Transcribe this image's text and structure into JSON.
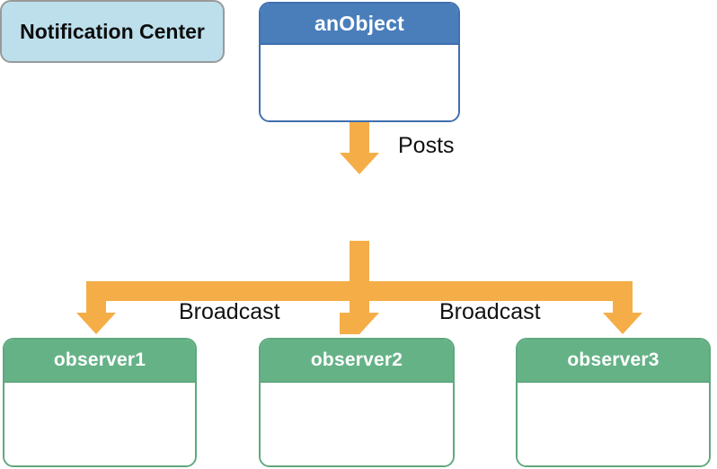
{
  "diagram": {
    "title": "Notification Center broadcast diagram",
    "type": "flow-diagram",
    "colors": {
      "publisher_header": "#4A7EBB",
      "publisher_border": "#3F6FAE",
      "hub_fill": "#BCDFEB",
      "hub_border": "#9A9A9A",
      "observer_header": "#66B287",
      "observer_border": "#5FA87E",
      "arrow": "#F5AE47",
      "body_fill": "#FFFFFF",
      "label_text": "#111111"
    }
  },
  "nodes": {
    "publisher": {
      "label": "anObject",
      "role": "poster"
    },
    "hub": {
      "label": "Notification Center",
      "role": "broadcaster"
    },
    "observers": [
      {
        "label": "observer1"
      },
      {
        "label": "observer2"
      },
      {
        "label": "observer3"
      }
    ]
  },
  "edges": [
    {
      "from": "anObject",
      "to": "Notification Center",
      "label": "Posts"
    },
    {
      "from": "Notification Center",
      "to": "observer1",
      "label": "Broadcast"
    },
    {
      "from": "Notification Center",
      "to": "observer2",
      "label": ""
    },
    {
      "from": "Notification Center",
      "to": "observer3",
      "label": "Broadcast"
    }
  ],
  "labels": {
    "posts": "Posts",
    "broadcast_left": "Broadcast",
    "broadcast_right": "Broadcast"
  }
}
